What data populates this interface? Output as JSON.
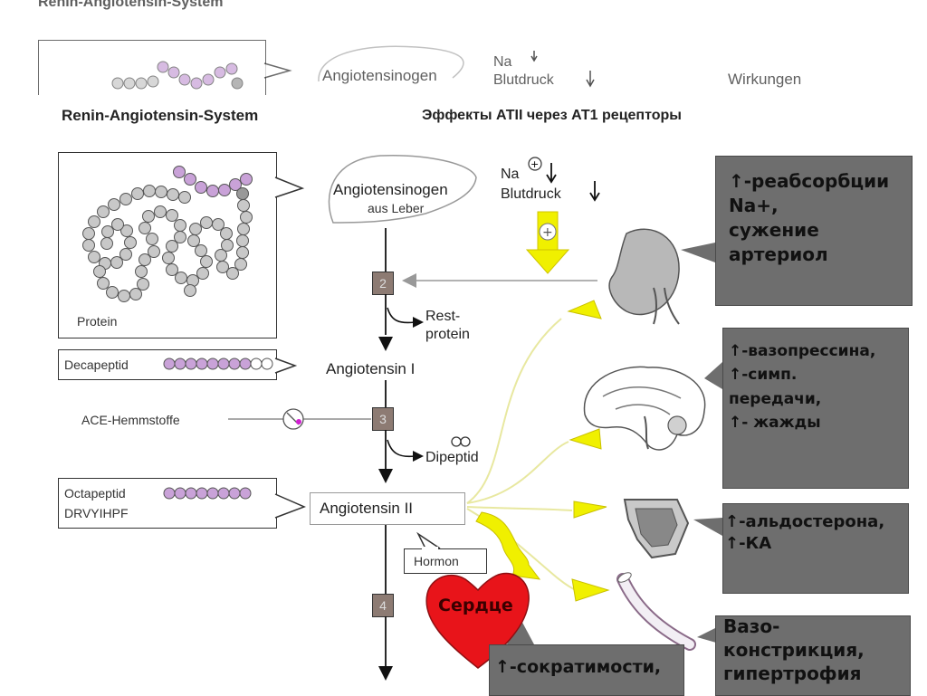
{
  "header_ghost": {
    "title": "Renin-Angiotensin-System",
    "angiotensinogen": "Angiotensinogen",
    "na": "Na",
    "blutdruck": "Blutdruck",
    "wirkungen": "Wirkungen"
  },
  "title_left": "Renin-Angiotensin-System",
  "title_right": "Эффекты АТII через АТ1 рецепторы",
  "protein_label": "Protein",
  "angiotensinogen": {
    "name": "Angiotensinogen",
    "source": "aus Leber"
  },
  "na_label": "Na",
  "blutdruck_label": "Blutdruck",
  "steps": [
    "2",
    "3",
    "4"
  ],
  "rest_protein": "Rest-\nprotein",
  "angiotensin_i": "Angiotensin I",
  "dipeptid": "Dipeptid",
  "angiotensin_ii": "Angiotensin II",
  "hormon": "Hormon",
  "decapeptid": "Decapeptid",
  "ace": "ACE-Hemmstoffe",
  "octapeptid": "Octapeptid",
  "drvyihpf": "DRVYIHPF",
  "heart_label": "Сердце",
  "effects": {
    "kidney": "↑-реабсорбции\nNa+,\nсужение\nартериол",
    "brain": "↑-вазопрессина,\n↑-симп.\nпередачи,\n↑- жажды",
    "adrenal": "↑-альдостерона,\n↑-КА",
    "vessel": "Вазо-\nконстрикция,\nгипертрофия",
    "heart": "↑-сократимости,"
  },
  "colors": {
    "effect_box": "#6e6e6e",
    "arrow_yellow": "#f0f000",
    "heart": "#e8141a",
    "peptide_purple": "#c9a2d8",
    "peptide_grey": "#c8c8c8",
    "step_box": "#8d7b73"
  }
}
